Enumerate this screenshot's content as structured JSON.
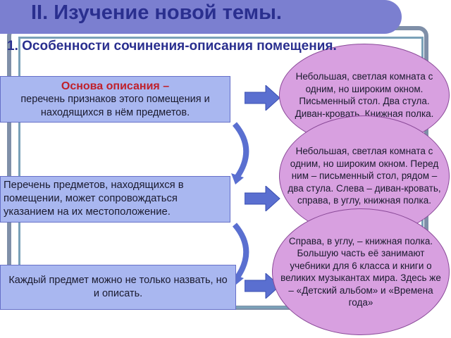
{
  "slide": {
    "title": "II. Изучение новой темы.",
    "subtitle": "1. Особенности сочинения-описания помещения."
  },
  "left_boxes": [
    {
      "heading": "Основа описания –",
      "text": "перечень признаков этого помещения и находящихся в нём предметов."
    },
    {
      "text": "Перечень предметов, находящихся в помещении, может сопровождаться указанием на их местоположение."
    },
    {
      "text": "Каждый предмет можно не только назвать, но и описать."
    }
  ],
  "ellipses": [
    {
      "text": "Небольшая, светлая комната с одним, но широким окном. Письменный стол. Два стула. Диван-кровать. Книжная полка."
    },
    {
      "text": "Небольшая, светлая комната с одним, но широким окном. Перед ним – письменный стол, рядом – два стула. Слева – диван-кровать, справа, в углу, книжная полка."
    },
    {
      "text": "Справа, в углу, – книжная полка. Большую часть её занимают учебники для 6 класса и книги о великих музыкантах мира. Здесь же – «Детский альбом» и «Времена года»"
    }
  ],
  "colors": {
    "title_band": "#7b7fd0",
    "box_fill": "#a9b7f0",
    "ellipse_fill": "#d8a0e0",
    "arrow_fill": "#5a6fd0",
    "heading": "#c0202a"
  }
}
